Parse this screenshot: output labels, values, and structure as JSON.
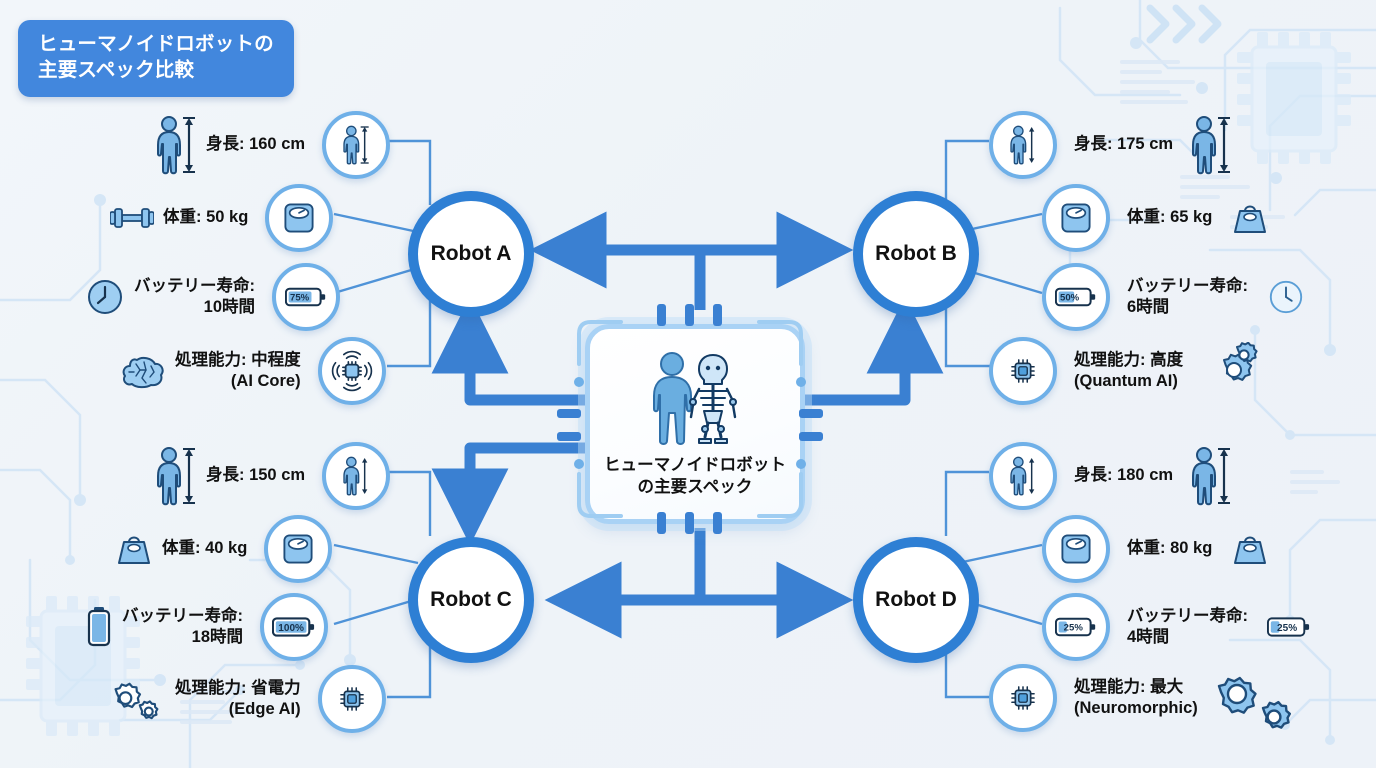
{
  "title": {
    "line1": "ヒューマノイドロボットの",
    "line2": "主要スペック比較"
  },
  "hub": {
    "line1": "ヒューマノイドロボット",
    "line2": "の主要スペック",
    "icon": "human-skeleton-icon"
  },
  "colors": {
    "accent": "#2e7fd4",
    "badge": "#4287dd",
    "ring": "#6fb0e8",
    "icon_fill": "#8ec5ef",
    "background": "#eef3f8"
  },
  "robots": [
    {
      "id": "robot-a",
      "name": "Robot A",
      "specs": [
        {
          "key": "height",
          "label": "身長: 160 cm",
          "sub": "",
          "icon": "person-height-icon",
          "accent": "person-height-icon",
          "value": "160 cm"
        },
        {
          "key": "weight",
          "label": "体重: 50 kg",
          "sub": "",
          "icon": "scale-icon",
          "accent": "dumbbell-icon",
          "value": "50 kg"
        },
        {
          "key": "battery",
          "label": "バッテリー寿命:",
          "sub": "10時間",
          "icon": "battery-icon",
          "accent": "clock-icon",
          "value": "10時間",
          "battery_percent": "75%",
          "battery_level": 75
        },
        {
          "key": "processing",
          "label": "処理能力: 中程度",
          "sub": "(AI Core)",
          "icon": "chip-signal-icon",
          "accent": "brain-icon",
          "value": "中程度 (AI Core)"
        }
      ]
    },
    {
      "id": "robot-b",
      "name": "Robot B",
      "specs": [
        {
          "key": "height",
          "label": "身長: 175 cm",
          "sub": "",
          "icon": "person-height-icon",
          "accent": "person-height-icon",
          "value": "175 cm"
        },
        {
          "key": "weight",
          "label": "体重: 65 kg",
          "sub": "",
          "icon": "scale-icon",
          "accent": "weight-bag-icon",
          "value": "65 kg"
        },
        {
          "key": "battery",
          "label": "バッテリー寿命:",
          "sub": "6時間",
          "icon": "battery-icon",
          "accent": "clock-icon",
          "value": "6時間",
          "battery_percent": "50%",
          "battery_level": 50
        },
        {
          "key": "processing",
          "label": "処理能力: 高度",
          "sub": "(Quantum AI)",
          "icon": "chip-icon",
          "accent": "gears-icon",
          "value": "高度 (Quantum AI)"
        }
      ]
    },
    {
      "id": "robot-c",
      "name": "Robot C",
      "specs": [
        {
          "key": "height",
          "label": "身長: 150 cm",
          "sub": "",
          "icon": "person-height-icon",
          "accent": "person-height-icon",
          "value": "150 cm"
        },
        {
          "key": "weight",
          "label": "体重: 40 kg",
          "sub": "",
          "icon": "scale-icon",
          "accent": "weight-bag-icon",
          "value": "40 kg"
        },
        {
          "key": "battery",
          "label": "バッテリー寿命:",
          "sub": "18時間",
          "icon": "battery-icon",
          "accent": "battery-full-icon",
          "value": "18時間",
          "battery_percent": "100%",
          "battery_level": 100
        },
        {
          "key": "processing",
          "label": "処理能力: 省電力",
          "sub": "(Edge AI)",
          "icon": "chip-icon",
          "accent": "gears-icon",
          "value": "省電力 (Edge AI)"
        }
      ]
    },
    {
      "id": "robot-d",
      "name": "Robot D",
      "specs": [
        {
          "key": "height",
          "label": "身長: 180 cm",
          "sub": "",
          "icon": "person-height-icon",
          "accent": "person-height-icon",
          "value": "180 cm"
        },
        {
          "key": "weight",
          "label": "体重: 80 kg",
          "sub": "",
          "icon": "scale-icon",
          "accent": "weight-bag-icon",
          "value": "80 kg"
        },
        {
          "key": "battery",
          "label": "バッテリー寿命:",
          "sub": "4時間",
          "icon": "battery-icon",
          "accent": "battery-low-icon",
          "value": "4時間",
          "battery_percent": "25%",
          "battery_level": 25
        },
        {
          "key": "processing",
          "label": "処理能力: 最大",
          "sub": "(Neuromorphic)",
          "icon": "chip-icon",
          "accent": "gears-icon",
          "value": "最大 (Neuromorphic)"
        }
      ]
    }
  ]
}
